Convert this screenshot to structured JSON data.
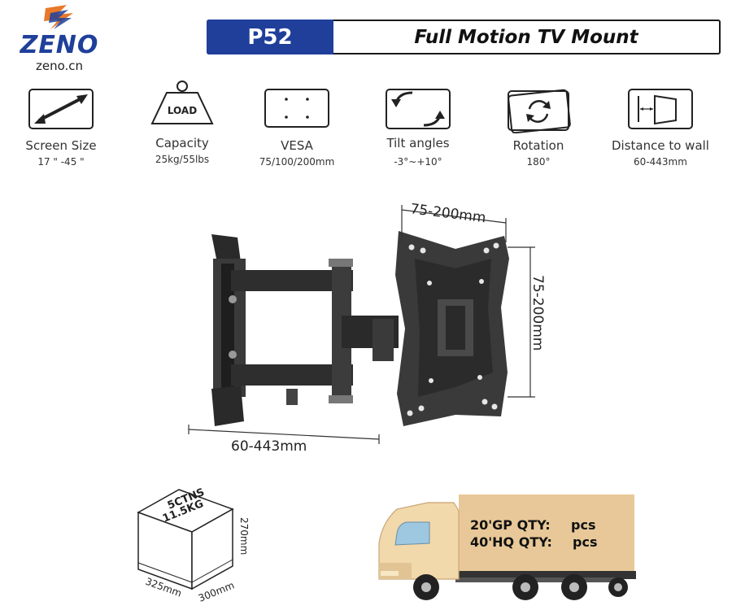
{
  "brand": {
    "logo_text": "ZENO",
    "url": "zeno.cn",
    "colors": {
      "primary": "#1f3f9a",
      "accent": "#e8782a"
    }
  },
  "header": {
    "model": "P52",
    "title": "Full Motion TV Mount"
  },
  "specs": [
    {
      "icon": "diagonal-arrow-icon",
      "label": "Screen Size",
      "value": "17 \" -45 \""
    },
    {
      "icon": "weight-icon",
      "icon_text": "LOAD",
      "label": "Capacity",
      "value": "25kg/55lbs"
    },
    {
      "icon": "vesa-holes-icon",
      "label": "VESA",
      "value": "75/100/200mm"
    },
    {
      "icon": "tilt-arrows-icon",
      "label": "Tilt angles",
      "value": "-3°~+10°"
    },
    {
      "icon": "rotation-icon",
      "label": "Rotation",
      "value": "180°"
    },
    {
      "icon": "wall-distance-icon",
      "label": "Distance to wall",
      "value": "60-443mm"
    }
  ],
  "diagram": {
    "width_dim": "75-200mm",
    "height_dim": "75-200mm",
    "depth_dim": "60-443mm"
  },
  "carton": {
    "line1": "5CTNS",
    "line2": "11.5KG",
    "height": "270mm",
    "length": "325mm",
    "width": "300mm"
  },
  "container": {
    "gp_label": "20'GP QTY:",
    "gp_unit": "pcs",
    "hq_label": "40'HQ QTY:",
    "hq_unit": "pcs"
  }
}
